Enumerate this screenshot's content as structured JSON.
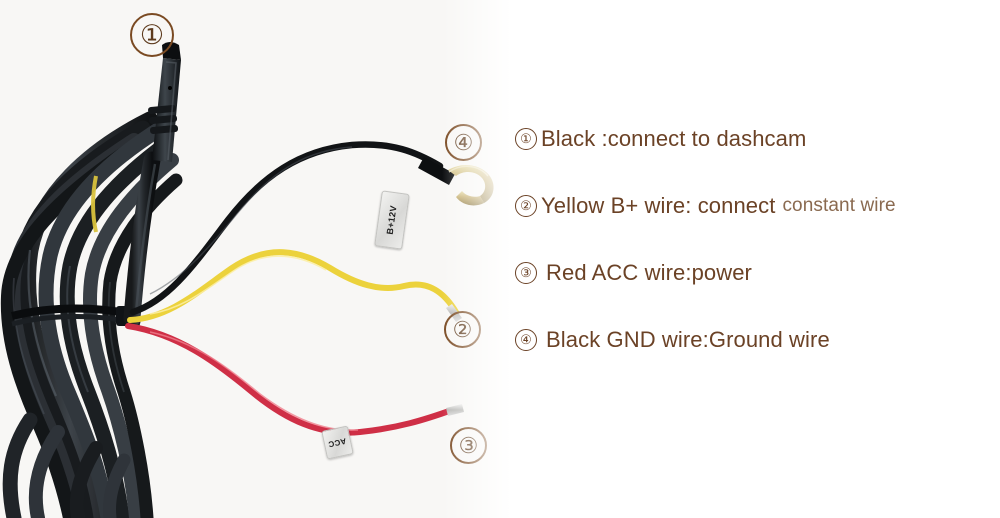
{
  "image": {
    "background_color": "#ffffff",
    "photo_background_color": "#f8f7f5",
    "text_color": "#6b4226",
    "marker_color": "#7a4a22"
  },
  "photo": {
    "title": "dashcam-hardwire-kit-photo",
    "markers": [
      {
        "id": "marker-1",
        "label": "①",
        "refers_to": "black-connector-plug"
      },
      {
        "id": "marker-2",
        "label": "②",
        "refers_to": "yellow-wire"
      },
      {
        "id": "marker-3",
        "label": "③",
        "refers_to": "red-wire"
      },
      {
        "id": "marker-4",
        "label": "④",
        "refers_to": "black-ground-wire"
      }
    ],
    "wire_tags": [
      {
        "id": "yellow-wire-tag",
        "label": "B+12V",
        "wire_color": "#ecd23c"
      },
      {
        "id": "red-wire-tag",
        "label": "ACC",
        "wire_color": "#cf2f46"
      }
    ],
    "components": {
      "cable_coil": "coiled-black-cable-bundle",
      "zip_tie": "cable-zip-tie",
      "connector": "black-barrel-connector-plug",
      "ground_terminal": "gold-fork-spade-terminal"
    }
  },
  "legend": {
    "items": [
      {
        "number": "①",
        "text": "Black :connect to dashcam",
        "text_light": ""
      },
      {
        "number": "②",
        "text": "Yellow B+ wire: connect",
        "text_light": "constant wire"
      },
      {
        "number": "③",
        "text": "Red ACC wire:power",
        "text_light": ""
      },
      {
        "number": "④",
        "text": "Black GND wire:Ground wire",
        "text_light": ""
      }
    ]
  }
}
